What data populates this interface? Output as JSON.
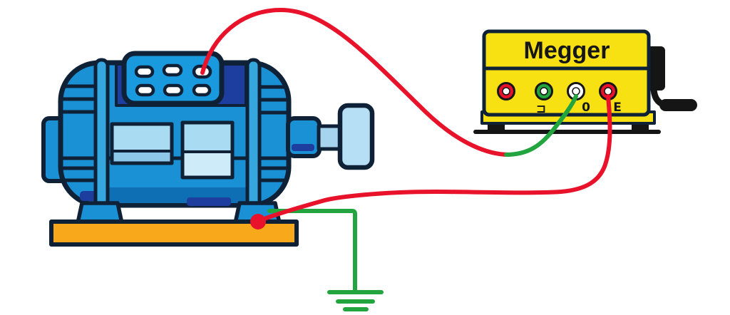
{
  "megger": {
    "title": "Megger",
    "terminals": [
      {
        "label": "",
        "ring": "red"
      },
      {
        "label": "⊐",
        "ring": "green"
      },
      {
        "label": "0",
        "ring": "white"
      },
      {
        "label": "E",
        "ring": "red"
      }
    ]
  },
  "icons": {
    "ground": "earth-ground-symbol",
    "crank": "hand-crank-icon",
    "motor": "electric-motor-illustration",
    "connection_dot": "frame-connection-dot"
  },
  "wires": [
    {
      "id": "line-lead",
      "color": "red-green",
      "from": "motor-terminal-box",
      "to": "megger-terminal-0"
    },
    {
      "id": "earth-lead",
      "color": "red",
      "from": "megger-terminal-E",
      "to": "motor-frame-foot"
    },
    {
      "id": "ground-wire",
      "color": "green",
      "from": "motor-frame-foot",
      "to": "earth-ground-symbol"
    }
  ],
  "colors": {
    "motor_body": "#1a91d4",
    "motor_box": "#1a9ade",
    "panel_blue": "#1d3e9f",
    "tie_rod": "#36a6df",
    "window_light": "#a9dcf3",
    "window_lighter": "#cdebf9",
    "window_mid": "#8ec9e9",
    "shaft_blue": "#a6d3ee",
    "coupling_blue": "#b6dff5",
    "body_shade": "#0f6fb4",
    "base_orange": "#f7a81b",
    "megger_yellow": "#f7e112",
    "wire_red": "#e8132b",
    "wire_green": "#22a53f",
    "device_black": "#151515",
    "outline": "#0e2137",
    "background": "#ffffff"
  }
}
